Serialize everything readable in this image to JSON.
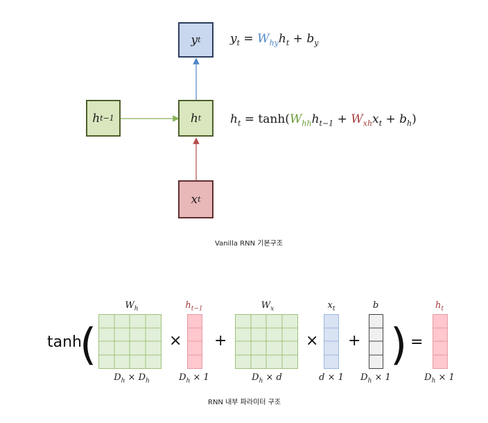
{
  "nodes": {
    "y": {
      "main": "y",
      "sub": "t"
    },
    "h": {
      "main": "h",
      "sub": "t"
    },
    "hprev": {
      "main": "h",
      "sub": "t−1"
    },
    "x": {
      "main": "x",
      "sub": "t"
    }
  },
  "equations": {
    "y": {
      "lhs": "y",
      "lhs_sub": "t",
      "equals": " = ",
      "w": "W",
      "w_sub": "hy",
      "h": "h",
      "h_sub": "t",
      "plus": " + ",
      "b": "b",
      "b_sub": "y"
    },
    "h": {
      "lhs": "h",
      "lhs_sub": "t",
      "equals": " = tanh(",
      "w1": "W",
      "w1_sub": "hh",
      "h": "h",
      "h_sub": "t−1",
      "plus1": " + ",
      "w2": "W",
      "w2_sub": "xh",
      "x": "x",
      "x_sub": "t",
      "plus2": " + ",
      "b": "b",
      "b_sub": "h",
      "close": ")"
    }
  },
  "captions": {
    "top": "Vanilla RNN 기본구조",
    "bottom": "RNN 내부 파라미터 구조"
  },
  "matrix_eq": {
    "tanh": "tanh",
    "open_paren": "(",
    "close_paren": ")",
    "times1": "×",
    "plus1": "+",
    "times2": "×",
    "plus2": "+",
    "equals": "=",
    "wh_label": {
      "main": "W",
      "sub": "h"
    },
    "wh_dim": "D",
    "wh_dim_sub": "h",
    "wh_dim_x": " × D",
    "wh_dim_sub2": "h",
    "hprev_label": {
      "main": "h",
      "sub": "t−1"
    },
    "hprev_dim": "D",
    "hprev_dim_sub": "h",
    "hprev_dim_rest": " × 1",
    "wx_label": {
      "main": "W",
      "sub": "x"
    },
    "wx_dim": "D",
    "wx_dim_sub": "h",
    "wx_dim_rest": " × d",
    "x_label": {
      "main": "x",
      "sub": "t"
    },
    "x_dim": "d × 1",
    "b_label": "b",
    "b_dim": "D",
    "b_dim_sub": "h",
    "b_dim_rest": " × 1",
    "h_label": {
      "main": "h",
      "sub": "t"
    },
    "h_dim": "D",
    "h_dim_sub": "h",
    "h_dim_rest": " × 1"
  },
  "colors": {
    "green": "#6b9b37",
    "blue": "#4f86c6",
    "red": "#a33b3b",
    "matrix_green": "#e2efd9",
    "matrix_pink": "#ffc7ce",
    "matrix_blue": "#dae3f3"
  }
}
